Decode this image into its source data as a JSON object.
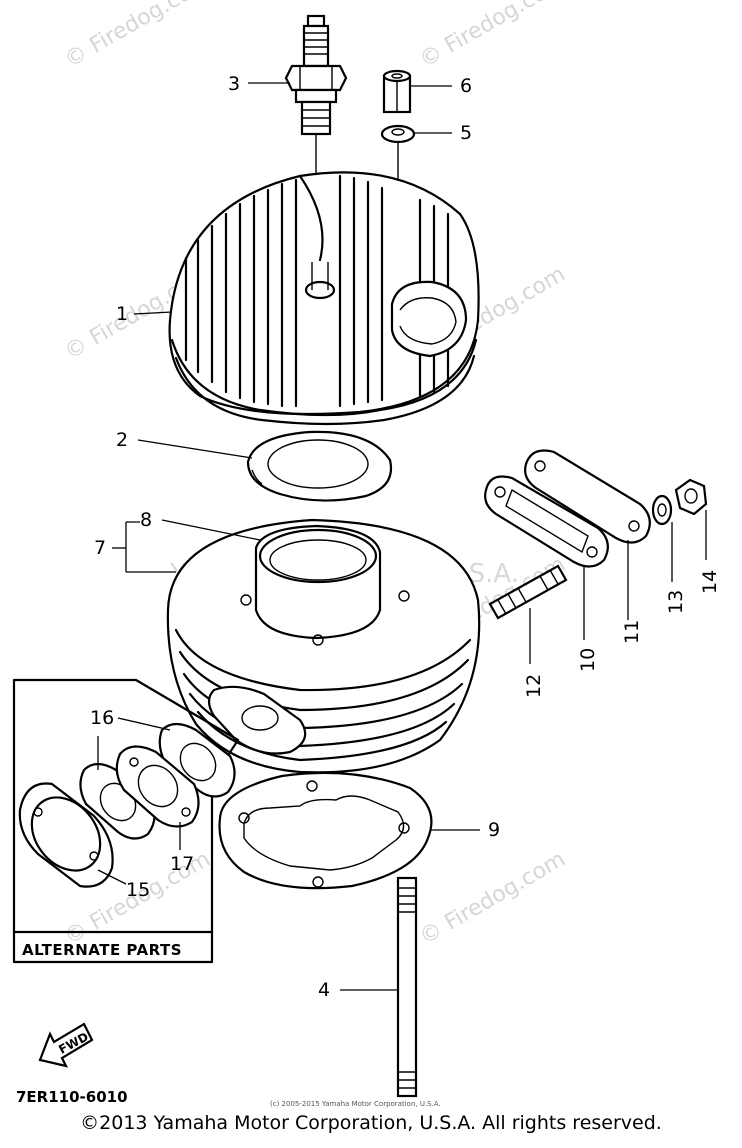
{
  "watermarks": {
    "firedog": "© Firedog.com",
    "yamaha": "Yamaha Motor Corp, U.S.A."
  },
  "callouts": [
    "1",
    "2",
    "3",
    "4",
    "5",
    "6",
    "7",
    "8",
    "9",
    "10",
    "11",
    "12",
    "13",
    "14",
    "15",
    "16",
    "17"
  ],
  "alternate_parts_label": "ALTERNATE PARTS",
  "fwd_label": "FWD",
  "diagram_code": "7ER110-6010",
  "small_copyright": "(c) 2005-2015 Yamaha Motor Corporation, U.S.A.",
  "footer_copyright": "©2013 Yamaha Motor Corporation, U.S.A. All rights reserved."
}
